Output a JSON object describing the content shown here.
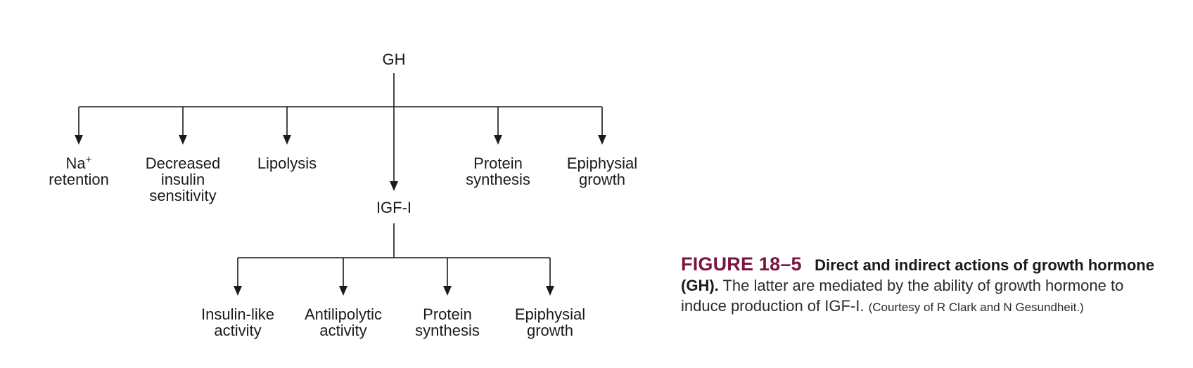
{
  "diagram": {
    "root": "GH",
    "direct_actions": [
      {
        "id": "na",
        "lines": [
          "Na",
          "retention"
        ],
        "superscript": "+"
      },
      {
        "id": "insulin",
        "lines": [
          "Decreased",
          "insulin",
          "sensitivity"
        ]
      },
      {
        "id": "lipolysis",
        "lines": [
          "Lipolysis"
        ]
      },
      {
        "id": "protein",
        "lines": [
          "Protein",
          "synthesis"
        ]
      },
      {
        "id": "epiphysial",
        "lines": [
          "Epiphysial",
          "growth"
        ]
      }
    ],
    "mediator": "IGF-I",
    "indirect_actions": [
      {
        "id": "insulin-like",
        "lines": [
          "Insulin-like",
          "activity"
        ]
      },
      {
        "id": "antilipolytic",
        "lines": [
          "Antilipolytic",
          "activity"
        ]
      },
      {
        "id": "protein2",
        "lines": [
          "Protein",
          "synthesis"
        ]
      },
      {
        "id": "epiphysial2",
        "lines": [
          "Epiphysial",
          "growth"
        ]
      }
    ]
  },
  "caption": {
    "label": "FIGURE 18–5",
    "title": "Direct and indirect actions of growth hormone (GH).",
    "body": "The latter are mediated by the ability of growth hormone to induce production of IGF-I.",
    "credit": "(Courtesy of R Clark and N Gesundheit.)"
  }
}
